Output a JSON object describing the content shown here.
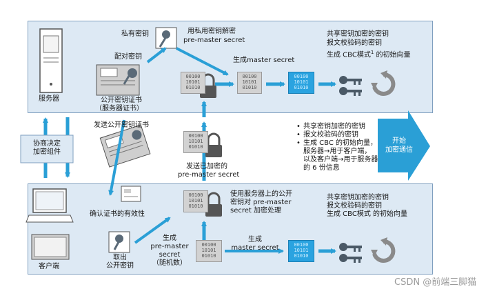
{
  "server": {
    "label": "服务器",
    "private_key_label": "私有密钥",
    "decrypt_label_1": "用私用密钥解密",
    "decrypt_label_2": "pre-master secret",
    "paired_key_label": "配对密钥",
    "cert_label_1": "公开密钥证书",
    "cert_label_2": "（服务器证书）",
    "gen_master_label": "生成master secret",
    "result_1": "共享密钥加密的密钥",
    "result_2": "报文校验码的密钥",
    "result_3": "生成 CBC模式",
    "result_3_sup": "1",
    "result_3_tail": " 的初始向量"
  },
  "middle": {
    "negotiate_1": "协商决定",
    "negotiate_2": "加密组件",
    "send_cert_label": "发送公开密钥证书",
    "send_premaster_1": "发送已加密的",
    "send_premaster_2": "pre-master secret",
    "start_1": "开始",
    "start_2": "加密通信",
    "bullets": [
      "共享密钥加密的密钥",
      "报文校验码的密钥",
      "生成 CBC 的初始向量，",
      "服务器→用于客户端，",
      "以及客户端→用于服务器",
      "的 6 份信息"
    ]
  },
  "client": {
    "label": "客户端",
    "verify_label": "确认证书的有效性",
    "extract_1": "取出",
    "extract_2": "公开密钥",
    "gen_pre_1": "生成",
    "gen_pre_2": "pre-master",
    "gen_pre_3": "secret",
    "gen_pre_4": "（随机数）",
    "encrypt_1": "使用服务器上的公开",
    "encrypt_2": "密钥对 pre-master",
    "encrypt_3": "secret 加密处理",
    "gen_master_1": "生成",
    "gen_master_2": "master secret",
    "result_1": "共享密钥加密的密钥",
    "result_2": "报文校验码的密钥",
    "result_3": "生成 CBC模式 的初始向量"
  },
  "chip_bits": [
    "00100",
    "10101",
    "01010"
  ],
  "watermark": "CSDN @前端三脚猫",
  "colors": {
    "panel_bg": "#dde9f4",
    "panel_border": "#7f9fbf",
    "arrow": "#2a9fd6",
    "chip_blue": "#2aa3e0"
  }
}
